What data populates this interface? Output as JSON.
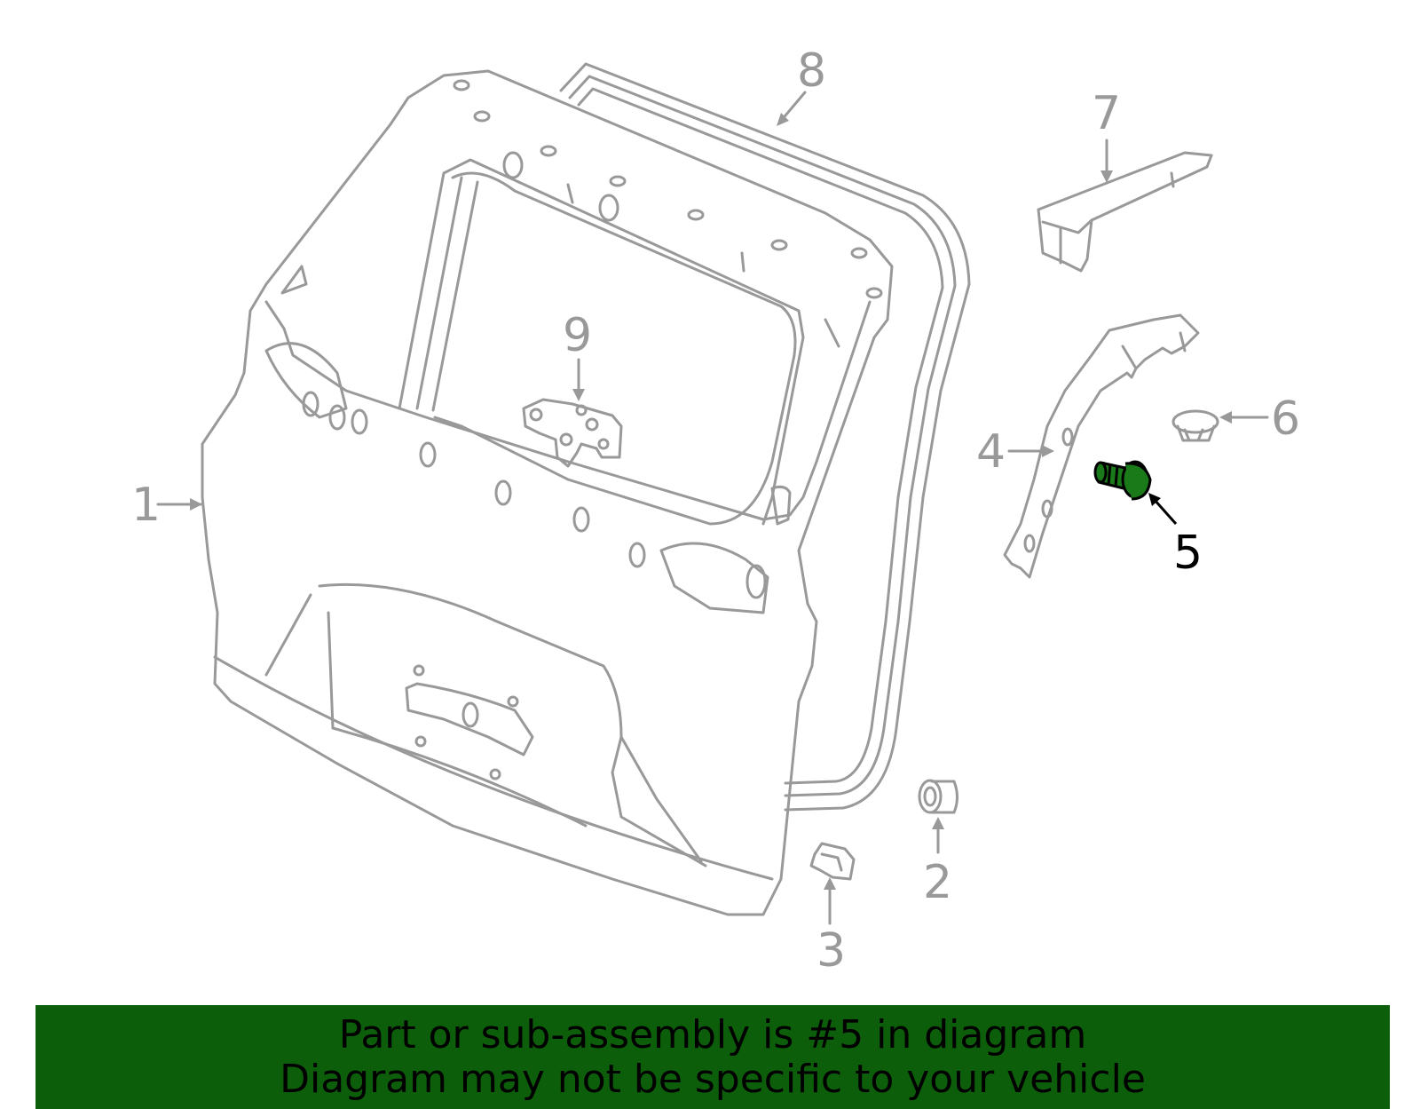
{
  "diagram": {
    "highlighted_part": "5",
    "line_color": "#999999",
    "highlight_color": "#1a7a1a",
    "callouts": [
      {
        "id": "1",
        "label": "1"
      },
      {
        "id": "2",
        "label": "2"
      },
      {
        "id": "3",
        "label": "3"
      },
      {
        "id": "4",
        "label": "4"
      },
      {
        "id": "5",
        "label": "5"
      },
      {
        "id": "6",
        "label": "6"
      },
      {
        "id": "7",
        "label": "7"
      },
      {
        "id": "8",
        "label": "8"
      },
      {
        "id": "9",
        "label": "9"
      }
    ]
  },
  "banner": {
    "line1": "Part or sub-assembly is #5 in diagram",
    "line2": "Diagram may not be specific to your vehicle",
    "background": "#0d5e0a"
  }
}
